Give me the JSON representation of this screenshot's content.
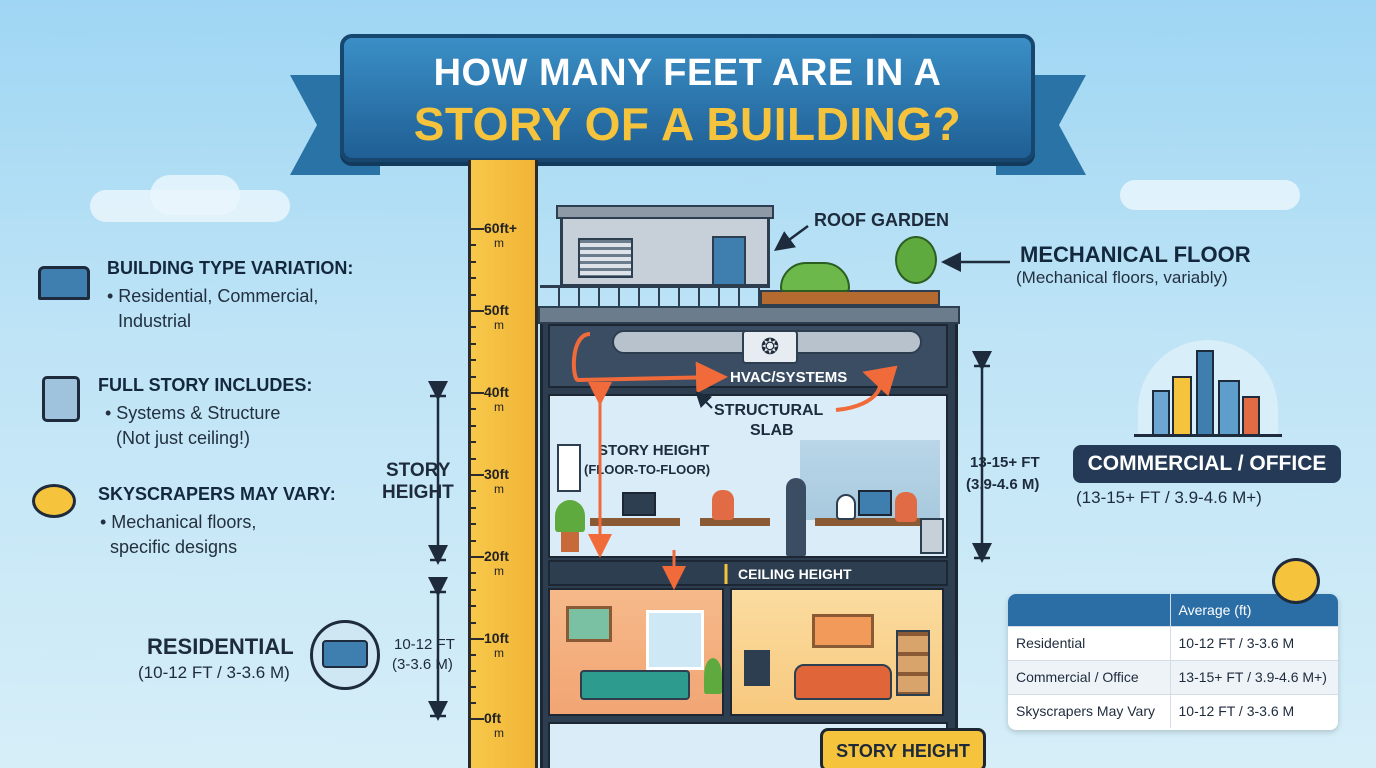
{
  "title": {
    "line1": "HOW MANY FEET ARE IN A",
    "line2": "STORY OF A BUILDING?"
  },
  "ruler": {
    "ticks": [
      {
        "label": "60ft+",
        "unit": "m"
      },
      {
        "label": "50ft",
        "unit": "m"
      },
      {
        "label": "40ft",
        "unit": "m"
      },
      {
        "label": "30ft",
        "unit": "m"
      },
      {
        "label": "20ft",
        "unit": "m"
      },
      {
        "label": "10ft",
        "unit": "m"
      },
      {
        "label": "0ft",
        "unit": "m"
      }
    ]
  },
  "left_panel": {
    "building_type": {
      "title": "BUILDING TYPE VARIATION:",
      "line1": "• Residential, Commercial,",
      "line2": "Industrial",
      "icon": "bed-icon"
    },
    "full_story": {
      "title": "FULL STORY INCLUDES:",
      "line1": "• Systems & Structure",
      "line2": "(Not just ceiling!)",
      "icon": "calculator-icon"
    },
    "skyscrapers": {
      "title": "SKYSCRAPERS MAY VARY:",
      "line1": "• Mechanical floors,",
      "line2": "specific designs",
      "icon": "tape-measure-icon"
    },
    "story_height": {
      "line1": "STORY",
      "line2": "HEIGHT"
    },
    "residential": {
      "title": "RESIDENTIAL",
      "subtitle": "(10-12 FT / 3-3.6 M)",
      "dim_line1": "10-12 FT",
      "dim_line2": "(3-3.6 M)"
    }
  },
  "diagram": {
    "roof_garden": "ROOF GARDEN",
    "hvac": "HVAC/SYSTEMS",
    "structural_line1": "STRUCTURAL",
    "structural_line2": "SLAB",
    "story_height_line1": "STORY HEIGHT",
    "story_height_line2": "(FLOOR-TO-FLOOR)",
    "ceiling_height": "CEILING HEIGHT",
    "story_height_tag": "STORY HEIGHT"
  },
  "right_panel": {
    "mechanical_title": "MECHANICAL FLOOR",
    "mechanical_sub": "(Mechanical floors, variably)",
    "dim_line1": "13-15+ FT",
    "dim_line2": "(3.9-4.6 M)",
    "commercial_title": "COMMERCIAL / OFFICE",
    "commercial_sub": "(13-15+ FT / 3.9-4.6 M+)"
  },
  "table": {
    "header": [
      "",
      "Average (ft)"
    ],
    "rows": [
      [
        "Residential",
        "10-12 FT / 3-3.6 M"
      ],
      [
        "Commercial / Office",
        "13-15+ FT / 3.9-4.6 M+)"
      ],
      [
        "Skyscrapers May Vary",
        "10-12 FT / 3-3.6 M"
      ]
    ]
  },
  "colors": {
    "banner": "#2a73a6",
    "title_accent": "#f6c33c",
    "ruler": "#f7c84a",
    "arrow": "#f06a3a",
    "navy": "#243a56"
  }
}
